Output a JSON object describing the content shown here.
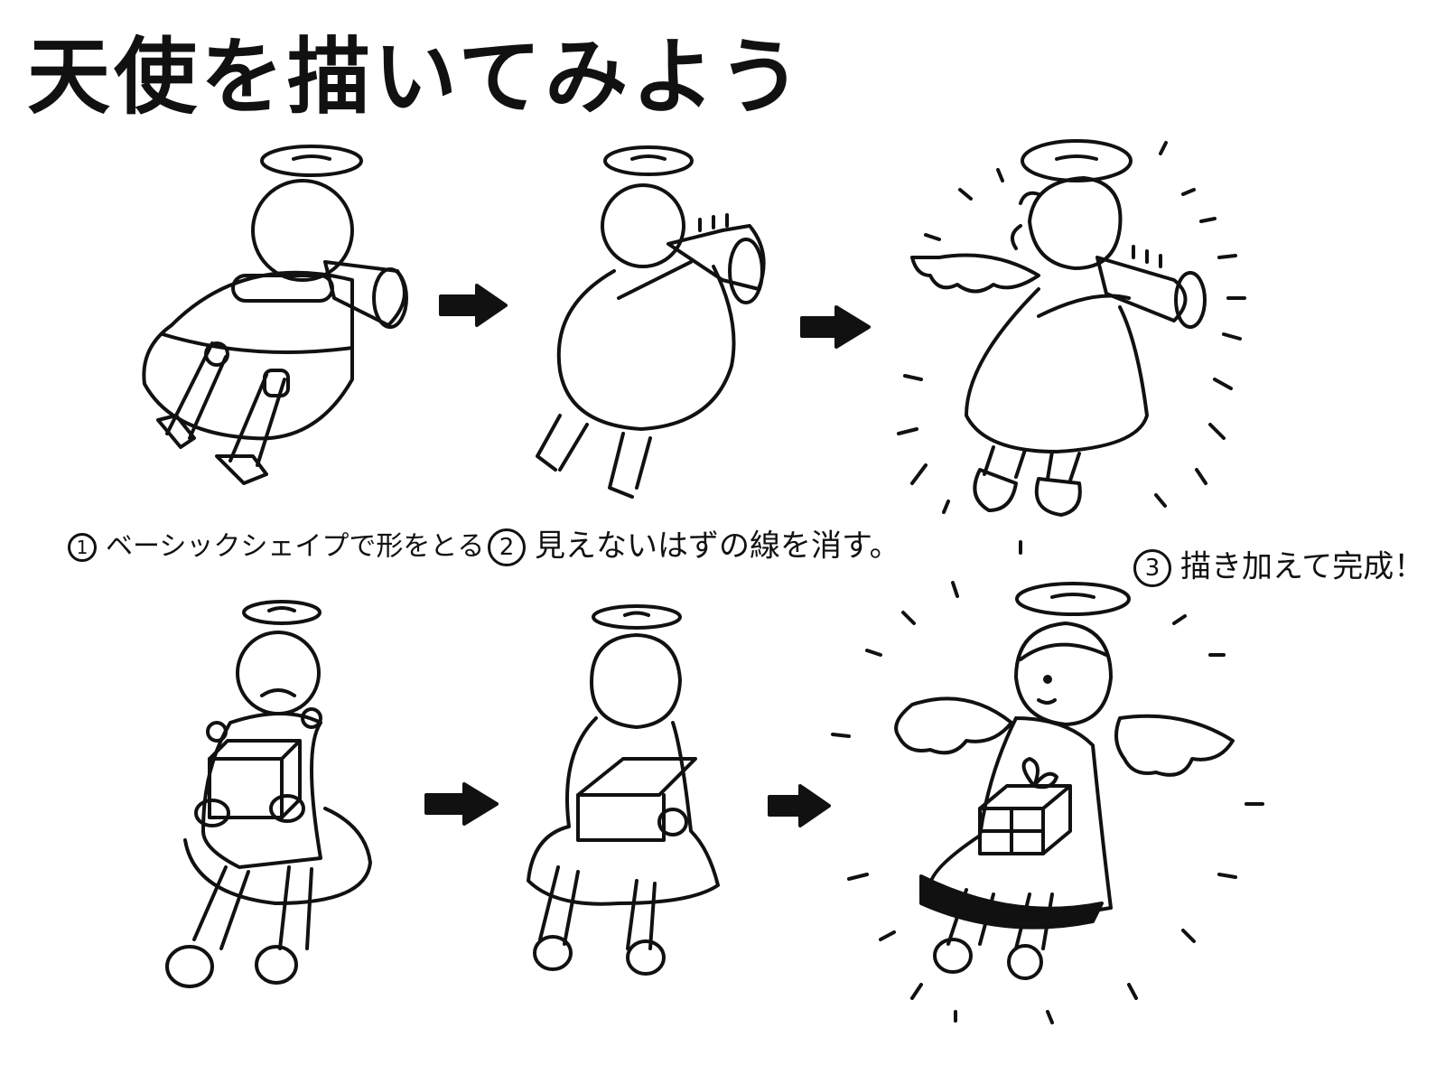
{
  "title": "天使を描いてみよう",
  "steps": [
    {
      "number": "1",
      "text": "ベーシックシェイプで形をとる"
    },
    {
      "number": "2",
      "text": "見えないはずの線を消す。"
    },
    {
      "number": "3",
      "text": "描き加えて完成！"
    }
  ],
  "icons": [
    "halo-icon",
    "arrow-right-icon",
    "trumpet-icon",
    "gift-box-icon",
    "wing-icon"
  ]
}
